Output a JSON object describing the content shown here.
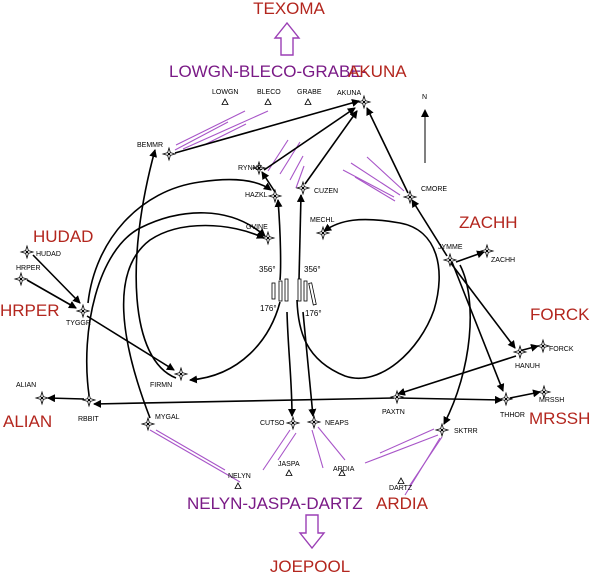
{
  "labels": {
    "north": "N",
    "hdg_356_left": "356°",
    "hdg_356_right": "356°",
    "hdg_176_left": "176°",
    "hdg_176_right": "176°"
  },
  "big_labels": {
    "texoma": "TEXOMA",
    "lowgn_bleco_grabe": "LOWGN-BLECO-GRABE-",
    "akuna": "AKUNA",
    "hudad": "HUDAD",
    "hrper": "HRPER",
    "alian": "ALIAN",
    "zachh": "ZACHH",
    "forck": "FORCK",
    "mrssh": "MRSSH",
    "nelyn_jaspa_dartz": "NELYN-JASPA-DARTZ",
    "ardia": "ARDIA",
    "joepool": "JOEPOOL"
  },
  "fixes": {
    "akuna": "AKUNA",
    "bemmr": "BEMMR",
    "rynne": "RYNNE",
    "hazkl": "HAZKL",
    "cuzen": "CUZEN",
    "cmore": "CMORE",
    "gvine": "GVINE",
    "mechl": "MECHL",
    "jymme": "JYMME",
    "zachh": "ZACHH",
    "hudad": "HUDAD",
    "hrper": "HRPER",
    "tyggr": "TYGGR",
    "firmn": "FIRMN",
    "hanuh": "HANUH",
    "forck": "FORCK",
    "alian": "ALIAN",
    "rbbit": "RBBIT",
    "mygal": "MYGAL",
    "cutso": "CUTSO",
    "neaps": "NEAPS",
    "paxtn": "PAXTN",
    "thhor": "THHOR",
    "mrssh": "MRSSH",
    "sktrr": "SKTRR",
    "jaspa": "JASPA",
    "ardia": "ARDIA",
    "nelyn": "NELYN",
    "dartz": "DARTZ",
    "lowgn": "LOWGN",
    "bleco": "BLECO",
    "grabe": "GRABE"
  },
  "colors": {
    "route": "#000000",
    "vector": "#a855c8",
    "arrow_outline": "#9b3fb5",
    "red_label": "#b3261e",
    "purple_label": "#7a1a86"
  }
}
